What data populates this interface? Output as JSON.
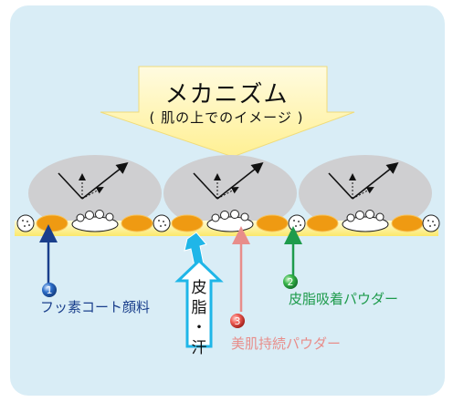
{
  "colors": {
    "panel": "#d9edf6",
    "arrow_banner": "#fff3a3",
    "skin_base": "#fff8c0",
    "pigment": "#ef9a12",
    "label_1": "#1a3f8c",
    "label_2": "#1e9b4c",
    "label_3": "#e88d8a",
    "sweat_arrow": "#1fb6e8"
  },
  "title": {
    "main": "メカニズム",
    "sub": "( 肌の上でのイメージ )"
  },
  "labels": {
    "item1": {
      "number": "1",
      "text": "フッ素コート顔料"
    },
    "item2": {
      "number": "2",
      "text": "皮脂吸着パウダー"
    },
    "item3": {
      "number": "3",
      "text": "美肌持続パウダー"
    }
  },
  "sweat_label": [
    "皮",
    "脂",
    "・",
    "汗"
  ],
  "icons": [
    "big-down-arrow",
    "light-reflection-arrow",
    "up-arrow",
    "numbered-circle"
  ]
}
